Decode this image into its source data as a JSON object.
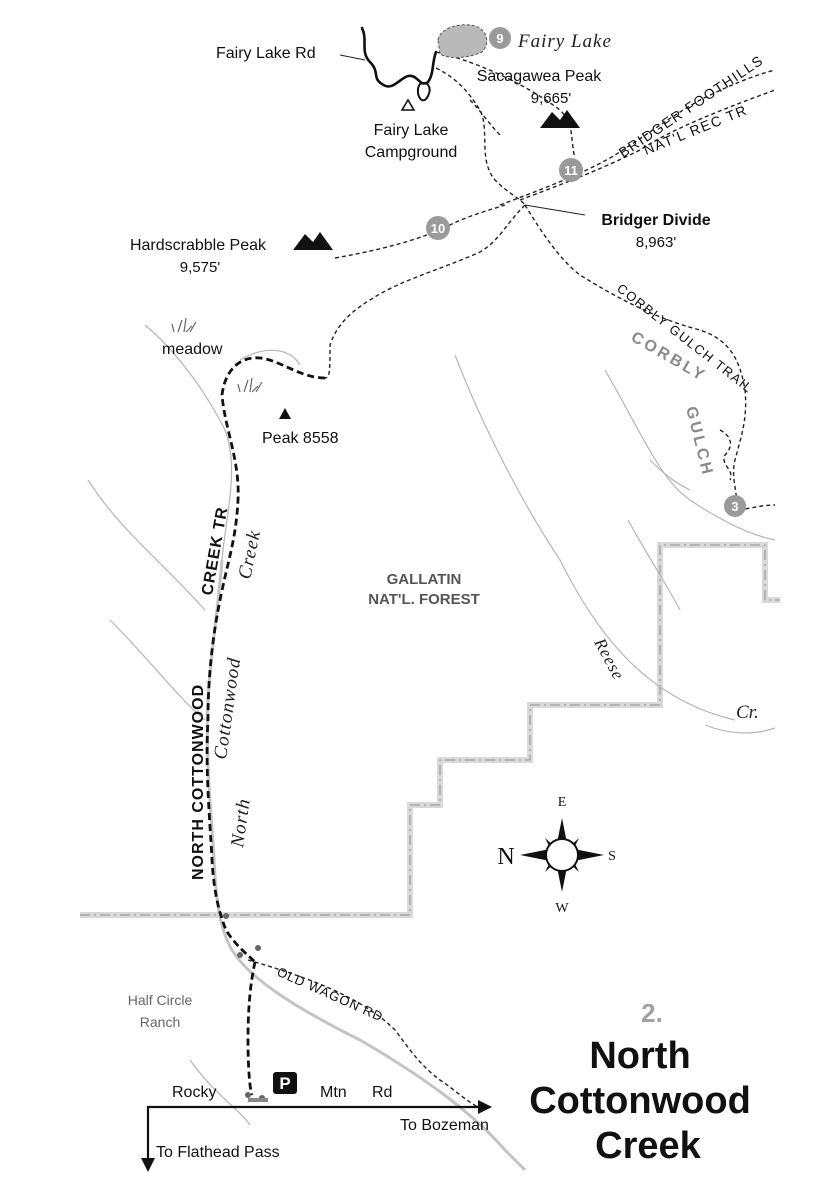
{
  "map_number": "2.",
  "title": {
    "line1": "North",
    "line2": "Cottonwood",
    "line3": "Creek"
  },
  "places": {
    "fairy_lake_rd": "Fairy Lake Rd",
    "fairy_lake": "Fairy Lake",
    "fairy_lake_campground_line1": "Fairy Lake",
    "fairy_lake_campground_line2": "Campground",
    "sacagawea_name": "Sacagawea Peak",
    "sacagawea_elev": "9,665'",
    "bridger_divide_name": "Bridger Divide",
    "bridger_divide_elev": "8,963'",
    "hardscrabble_name": "Hardscrabble Peak",
    "hardscrabble_elev": "9,575'",
    "meadow": "meadow",
    "peak_8558": "Peak 8558",
    "forest_line1": "GALLATIN",
    "forest_line2": "NAT'L. FOREST",
    "half_circle_line1": "Half Circle",
    "half_circle_line2": "Ranch"
  },
  "trails": {
    "bridger_foothills_line1": "BRIDGER FOOTHILLS",
    "bridger_foothills_line2": "NAT'L REC TR",
    "corbly_gulch_trail": "CORBLY GULCH TRAIL",
    "corbly_gulch_1": "CORBLY",
    "corbly_gulch_2": "GULCH",
    "north_cottonwood_tr_1": "NORTH COTTONWOOD",
    "north_cottonwood_tr_2": "CREEK TR",
    "old_wagon_rd": "OLD WAGON RD"
  },
  "water": {
    "creek_line1": "North",
    "creek_line2": "Cottonwood",
    "creek_line3": "Creek",
    "reese": "Reese",
    "cr": "Cr."
  },
  "roads": {
    "rocky": "Rocky",
    "mtn": "Mtn",
    "rd": "Rd",
    "to_bozeman": "To Bozeman",
    "to_flathead": "To Flathead Pass"
  },
  "markers": {
    "hike_9": "9",
    "hike_10": "10",
    "hike_11": "11",
    "hike_3": "3",
    "parking": "P"
  },
  "compass": {
    "n": "N",
    "e": "E",
    "s": "S",
    "w": "W"
  },
  "colors": {
    "trail": "#111111",
    "water": "#bdbdbd",
    "boundary": "#d9d9d9",
    "marker": "#9a9a9a"
  }
}
